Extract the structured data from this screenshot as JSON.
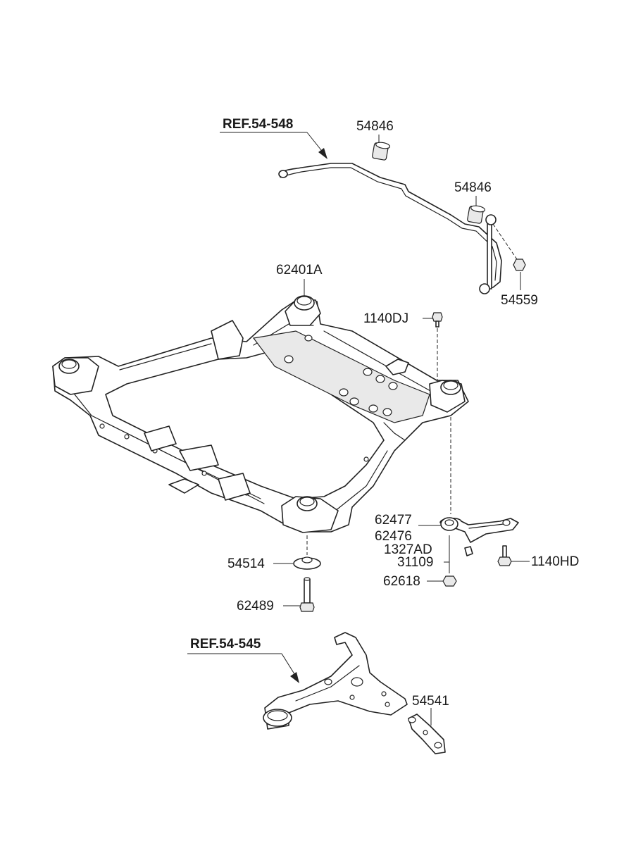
{
  "references": {
    "stabilizer_bar": "REF.54-548",
    "lower_arm": "REF.54-545"
  },
  "part_numbers": {
    "bushing_upper": "54846",
    "bushing_lower": "54846",
    "stabilizer_link": "54559",
    "crossmember": "62401A",
    "bolt_upper": "1140DJ",
    "bracket_a": "62477",
    "bracket_b": "62476",
    "nut_flange": "1327AD",
    "nut_b": "31109",
    "nut_c": "62618",
    "bolt_right": "1140HD",
    "stopper": "54514",
    "mount_bolt": "62489",
    "ball_joint": "54541"
  }
}
